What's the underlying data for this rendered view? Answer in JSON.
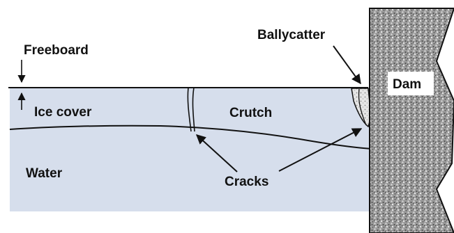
{
  "labels": {
    "freeboard": "Freeboard",
    "ballycatter": "Ballycatter",
    "dam": "Dam",
    "ice_cover": "Ice cover",
    "crutch": "Crutch",
    "water": "Water",
    "cracks": "Cracks"
  },
  "colors": {
    "water": "#d6deec",
    "line": "#111111",
    "dam_fill": "#9b9b9b",
    "label_box": "#ffffff"
  }
}
